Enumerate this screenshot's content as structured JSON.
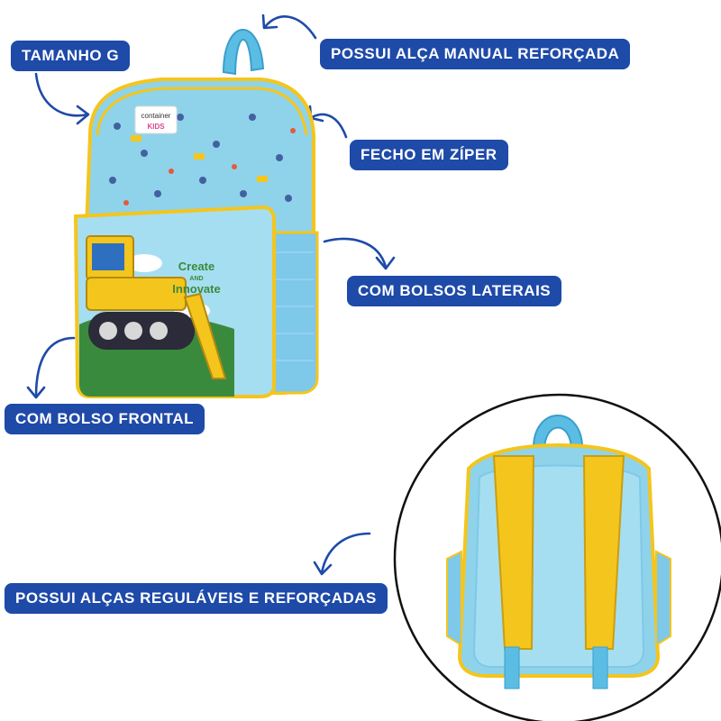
{
  "labels": {
    "size": "TAMANHO G",
    "handle": "POSSUI ALÇA MANUAL REFORÇADA",
    "zipper": "FECHO EM ZÍPER",
    "side_pockets": "COM BOLSOS LATERAIS",
    "front_pocket": "COM BOLSO FRONTAL",
    "straps": "POSSUI ALÇAS REGULÁVEIS E REFORÇADAS"
  },
  "product": {
    "brand_line1": "container",
    "brand_line2": "KIDS",
    "pocket_text_1": "Create",
    "pocket_text_2": "AND",
    "pocket_text_3": "Innovate"
  },
  "colors": {
    "label_bg": "#1e4aa8",
    "bag_blue": "#8fd3ea",
    "bag_yellow": "#f4c51c",
    "strap_blue": "#5bbde3"
  },
  "icons": {
    "arrows": "curved-arrow-icon"
  }
}
